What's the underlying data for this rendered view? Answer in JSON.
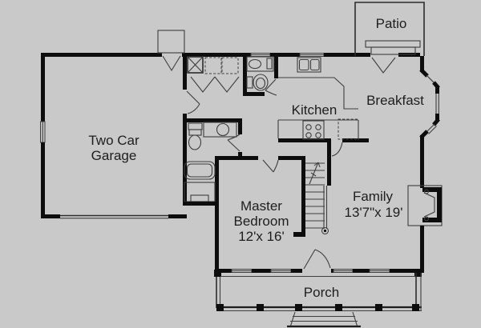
{
  "colors": {
    "background": "#c9c9c9",
    "wall": "#0d0d0d",
    "line": "#3e3e3e",
    "text": "#1e1e1e"
  },
  "rooms": {
    "patio": {
      "label": "Patio"
    },
    "breakfast": {
      "label": "Breakfast"
    },
    "kitchen": {
      "label": "Kitchen"
    },
    "garage": {
      "line1": "Two Car",
      "line2": "Garage"
    },
    "family": {
      "name": "Family",
      "dimensions": "13'7\"x 19'"
    },
    "master": {
      "line1": "Master",
      "line2": "Bedroom",
      "dimensions": "12'x 16'"
    },
    "porch": {
      "label": "Porch"
    }
  }
}
